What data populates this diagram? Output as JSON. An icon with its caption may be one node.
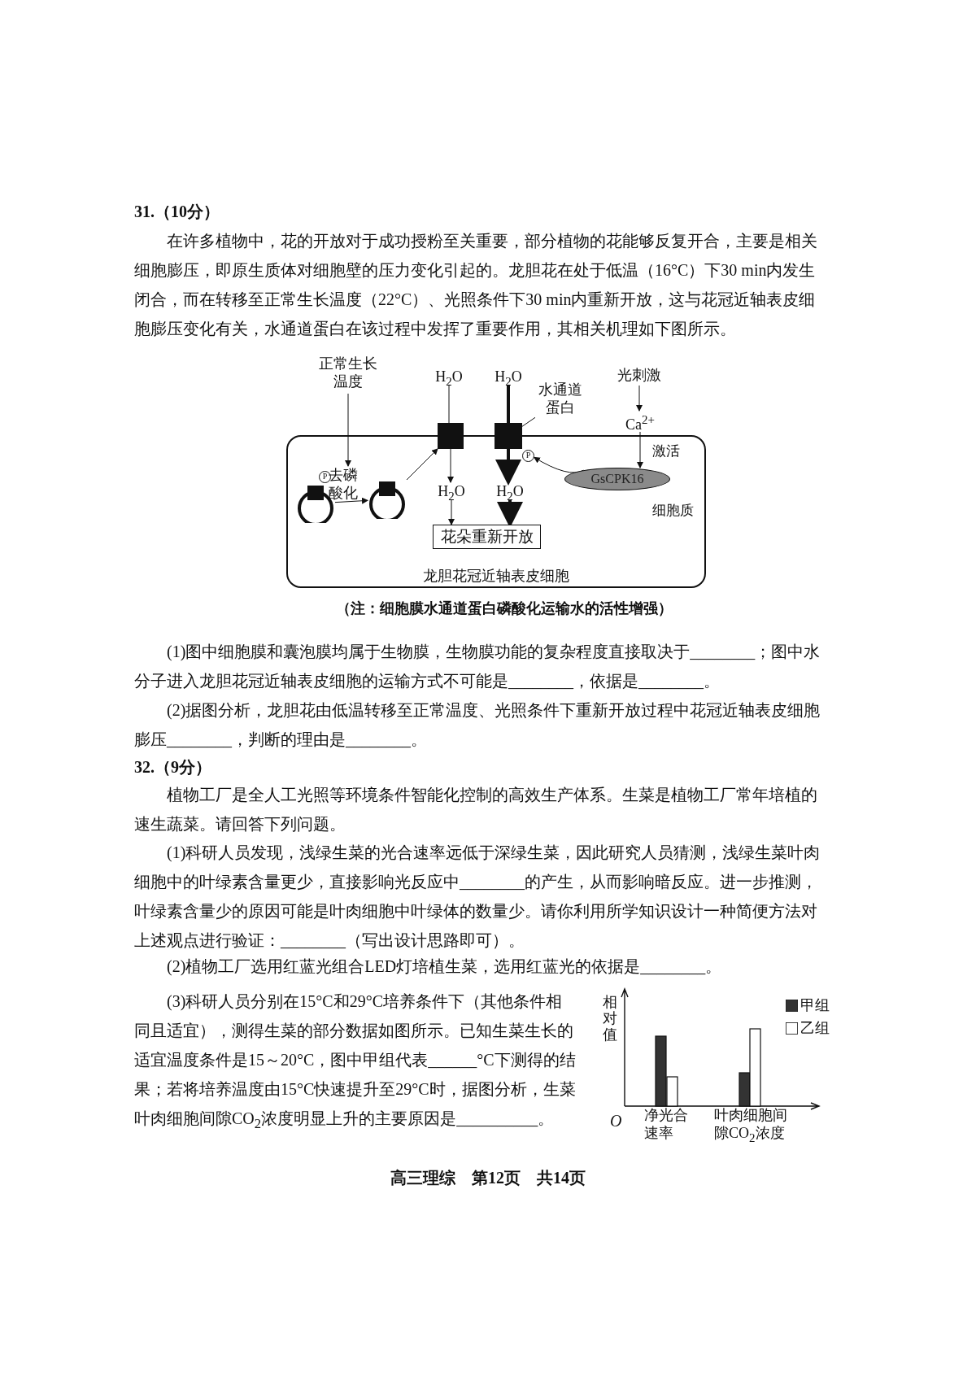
{
  "diagram": {
    "caption": "（注：细胞膜水通道蛋白磷酸化运输水的活性增强）",
    "nodes": [
      {
        "text": [
          "龙胆花冠近轴表皮细胞"
        ]
      },
      {
        "text": [
          "正常生长温度"
        ]
      },
      {
        "text": [
          "去磷酸化"
        ],
        "in": 0
      },
      {
        "text": [],
        "shape": "circle",
        "in": 0
      },
      {
        "text": [
          "P"
        ],
        "in": 0
      },
      {
        "text": [],
        "shape": "circle",
        "in": 0
      },
      {
        "text": [
          "H$_{2}$O"
        ]
      },
      {
        "text": [],
        "shape": "box"
      },
      {
        "text": [
          "H$_{2}$O"
        ],
        "in": 0
      },
      {
        "text": [
          "H$_{2}$O"
        ]
      },
      {
        "text": [],
        "shape": "box"
      },
      {
        "text": [
          "水通道蛋白"
        ]
      },
      {
        "text": [
          "P"
        ],
        "in": 0
      },
      {
        "text": [
          "H$_{2}$O"
        ],
        "in": 0
      },
      {
        "text": [
          "花朵重新开放"
        ],
        "in": 0
      },
      {
        "text": [
          "光刺激"
        ]
      },
      {
        "text": [
          "Ca$^{2+}$"
        ]
      },
      {
        "text": [
          "GsCPK16"
        ],
        "in": 0
      }
    ],
    "edges": [
      {
        "from": 1,
        "to": 2,
        "arrow": "to"
      },
      {
        "from": 3,
        "to": 5,
        "arrow": "to"
      },
      {
        "from": 5,
        "to": 7,
        "arrow": "to"
      },
      {
        "from": 6,
        "to": 7,
        "arrow": "none"
      },
      {
        "from": 7,
        "to": 8,
        "arrow": "to"
      },
      {
        "from": 9,
        "to": 10,
        "arrow": "none",
        "style": "thick"
      },
      {
        "from": 10,
        "to": 13,
        "arrow": "to",
        "style": "thick"
      },
      {
        "from": 8,
        "to": 14,
        "arrow": "to"
      },
      {
        "from": 13,
        "to": 14,
        "arrow": "to",
        "style": "thick"
      },
      {
        "from": 11,
        "to": 10,
        "arrow": "none"
      },
      {
        "from": 15,
        "to": 16,
        "arrow": "to"
      },
      {
        "from": 16,
        "to": 17,
        "arrow": "to",
        "label": "激活"
      },
      {
        "from": 17,
        "to": 12,
        "arrow": "to"
      }
    ],
    "labels": [
      "31.（10分）",
      "在许多植物中，花的开放对于成功授粉至关重要，部分植物的花能够反复开合，主要是相关细胞膨压，即原生质体对细胞壁的压力变化引起的。龙胆花在处于低温（16°C）下30 min内发生闭合，而在转移至正常生长温度（22°C）、光照条件下30 min内重新开放，这与花冠近轴表皮细胞膨压变化有关，水通道蛋白在该过程中发挥了重要作用，其相关机理如下图所示。",
      "细胞质",
      "(1)图中细胞膜和囊泡膜均属于生物膜，生物膜功能的复杂程度直接取决于________；图中水分子进入龙胆花冠近轴表皮细胞的运输方式不可能是________，依据是________。",
      "(2)据图分析，龙胆花由低温转移至正常温度、光照条件下重新开放过程中花冠近轴表皮细胞膨压________，判断的理由是________。",
      "32.（9分）",
      "植物工厂是全人工光照等环境条件智能化控制的高效生产体系。生菜是植物工厂常年培植的速生蔬菜。请回答下列问题。",
      "(1)科研人员发现，浅绿生菜的光合速率远低于深绿生菜，因此研究人员猜测，浅绿生菜叶肉细胞中的叶绿素含量更少，直接影响光反应中________的产生，从而影响暗反应。进一步推测，叶绿素含量少的原因可能是叶肉细胞中叶绿体的数量少。请你利用所学知识设计一种简便方法对上述观点进行验证：________（写出设计思路即可）。",
      "(2)植物工厂选用红蓝光组合LED灯培植生菜，选用红蓝光的依据是________。",
      "(3)科研人员分别在15°C和29°C培养条件下（其他条件相同且适宜），测得生菜的部分数据如图所示。已知生菜生长的适宜温度条件是15～20°C，图中甲组代表______°C下测得的结果；若将培养温度由15°C快速提升至29°C时，据图分析，生菜叶肉细胞间隙CO$_{2}$浓度明显上升的主要原因是__________。",
      "相对值",
      "O",
      "净光合速率",
      "叶肉细胞间隙CO$_{2}$浓度",
      "高三理综　第12页　共14页"
    ],
    "legend": [
      {
        "text": "甲组",
        "color": "#333333"
      },
      {
        "text": "乙组",
        "color": "#ffffff"
      }
    ]
  }
}
